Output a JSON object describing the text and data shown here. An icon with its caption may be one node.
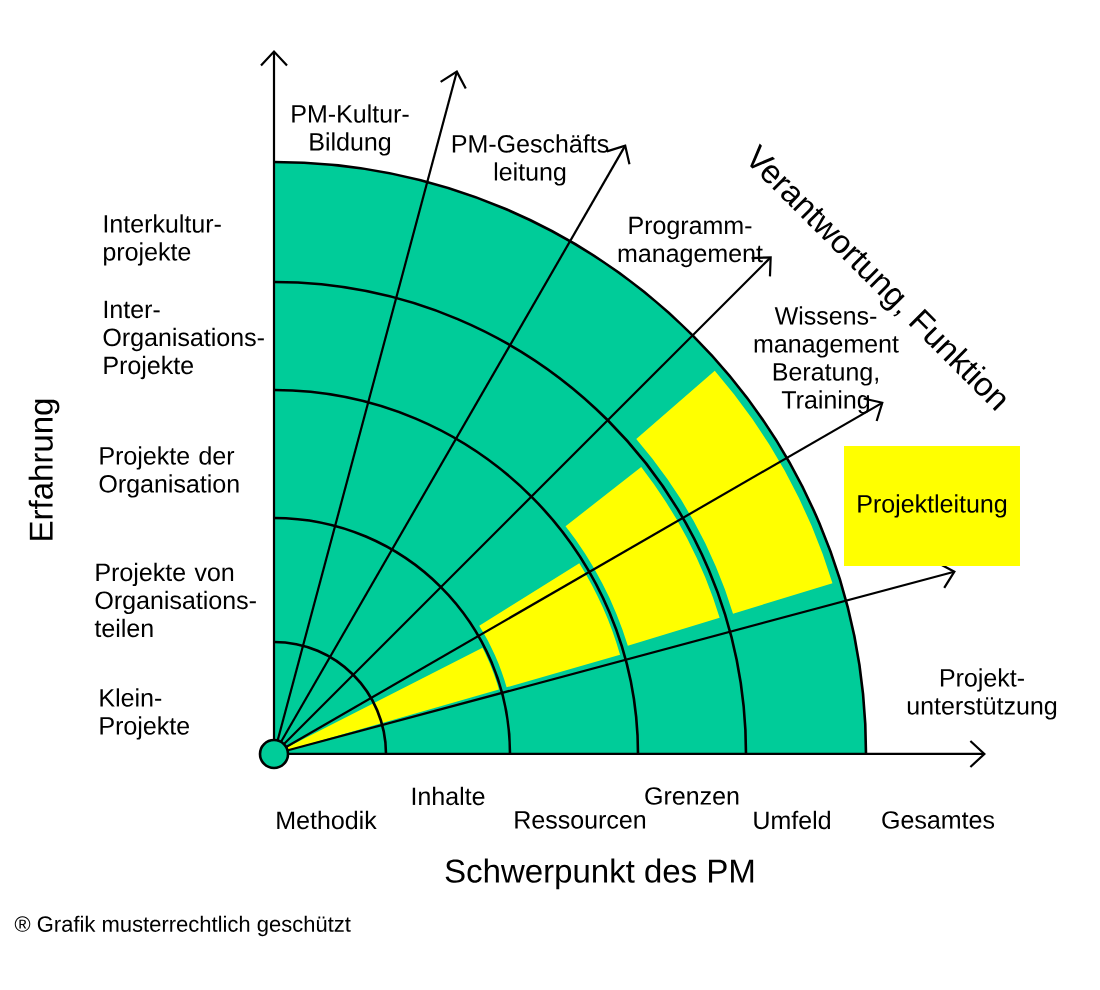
{
  "diagram": {
    "caption": "® Grafik musterrechtlich geschützt",
    "nodes": [
      {
        "text": [
          "Projektleitung"
        ]
      }
    ],
    "labels": [
      "PM-Kultur- Bildung",
      "PM-Geschäfts leitung",
      "Verantwortung, Funktion",
      "Interkultur- projekte",
      "Programm- management",
      "Inter- Organisations- Projekte",
      "Wissens- management Beratung, Training",
      "Projekte der Organisation",
      "Erfahrung",
      "Projekte von Organisations- teilen",
      "Klein- Projekte",
      "Projekt- unterstützung",
      "Methodik",
      "Inhalte",
      "Ressourcen",
      "Grenzen",
      "Umfeld",
      "Gesamtes",
      "Schwerpunkt des PM"
    ]
  }
}
